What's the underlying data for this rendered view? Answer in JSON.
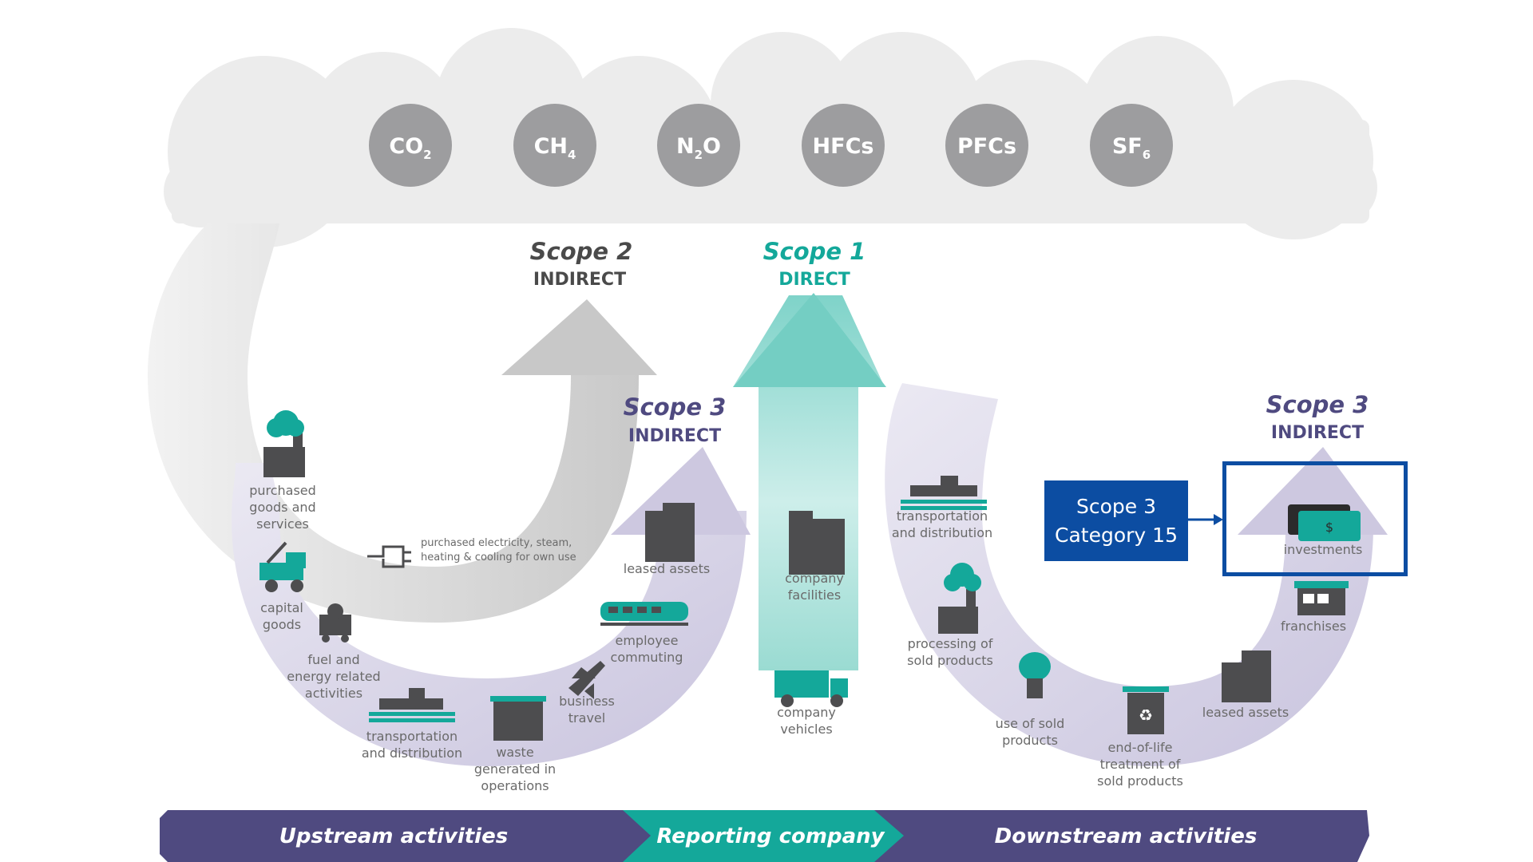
{
  "gases": [
    {
      "base": "CO",
      "sub": "2"
    },
    {
      "base": "CH",
      "sub": "4"
    },
    {
      "base": "N",
      "sub": "2",
      "tail": "O"
    },
    {
      "base": "HFCs",
      "sub": ""
    },
    {
      "base": "PFCs",
      "sub": ""
    },
    {
      "base": "SF",
      "sub": "6"
    }
  ],
  "scopes": {
    "scope2": {
      "title": "Scope 2",
      "subtitle": "INDIRECT"
    },
    "scope1": {
      "title": "Scope 1",
      "subtitle": "DIRECT"
    },
    "scope3_upstream": {
      "title": "Scope 3",
      "subtitle": "INDIRECT"
    },
    "scope3_downstream": {
      "title": "Scope 3",
      "subtitle": "INDIRECT"
    }
  },
  "scope2_activity": {
    "line1": "purchased electricity, steam,",
    "line2": "heating & cooling for own use"
  },
  "upstream_activities": {
    "purchased_goods": [
      "purchased",
      "goods and",
      "services"
    ],
    "capital_goods": [
      "capital",
      "goods"
    ],
    "fuel_energy": [
      "fuel and",
      "energy related",
      "activities"
    ],
    "transportation": [
      "transportation",
      "and distribution"
    ],
    "waste": [
      "waste",
      "generated in",
      "operations"
    ],
    "business_travel": [
      "business",
      "travel"
    ],
    "employee_commuting": [
      "employee",
      "commuting"
    ],
    "leased_assets": [
      "leased assets"
    ]
  },
  "direct_activities": {
    "company_facilities": [
      "company",
      "facilities"
    ],
    "company_vehicles": [
      "company",
      "vehicles"
    ]
  },
  "downstream_activities": {
    "transportation": [
      "transportation",
      "and distribution"
    ],
    "processing": [
      "processing of",
      "sold products"
    ],
    "use_of_sold": [
      "use of sold",
      "products"
    ],
    "end_of_life": [
      "end-of-life",
      "treatment of",
      "sold products"
    ],
    "leased_assets": [
      "leased assets"
    ],
    "franchises": [
      "franchises"
    ],
    "investments": [
      "investments"
    ]
  },
  "bottom_band": {
    "upstream": "Upstream activities",
    "reporting": "Reporting company",
    "downstream": "Downstream activities"
  },
  "callout": {
    "line1": "Scope 3",
    "line2": "Category 15"
  },
  "colors": {
    "teal": "#14a89a",
    "purple": "#4f4a80",
    "gray_circle": "#9d9d9f",
    "cloud": "#ececec",
    "arc_purple": "#dcd9ea",
    "callout_blue": "#0c4da2"
  }
}
